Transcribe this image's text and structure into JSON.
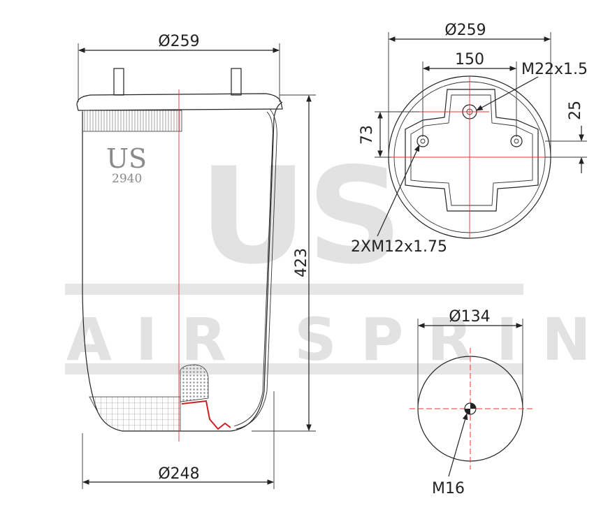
{
  "watermark": {
    "big": "US",
    "bar_text": "AIR SPRING"
  },
  "brand": {
    "logo": "US",
    "part_number": "2940"
  },
  "side_view": {
    "top_diameter": "Ø259",
    "height": "423",
    "bottom_diameter": "Ø248"
  },
  "top_view": {
    "diameter": "Ø259",
    "bolt_spacing": "150",
    "center_thread": "M22x1.5",
    "offset_small": "25",
    "offset_large": "73",
    "side_threads": "2XM12x1.75"
  },
  "bottom_view": {
    "diameter": "Ø134",
    "thread": "M16"
  },
  "colors": {
    "line": "#222222",
    "centerline": "#e33333",
    "watermark": "#e2e2e2"
  }
}
